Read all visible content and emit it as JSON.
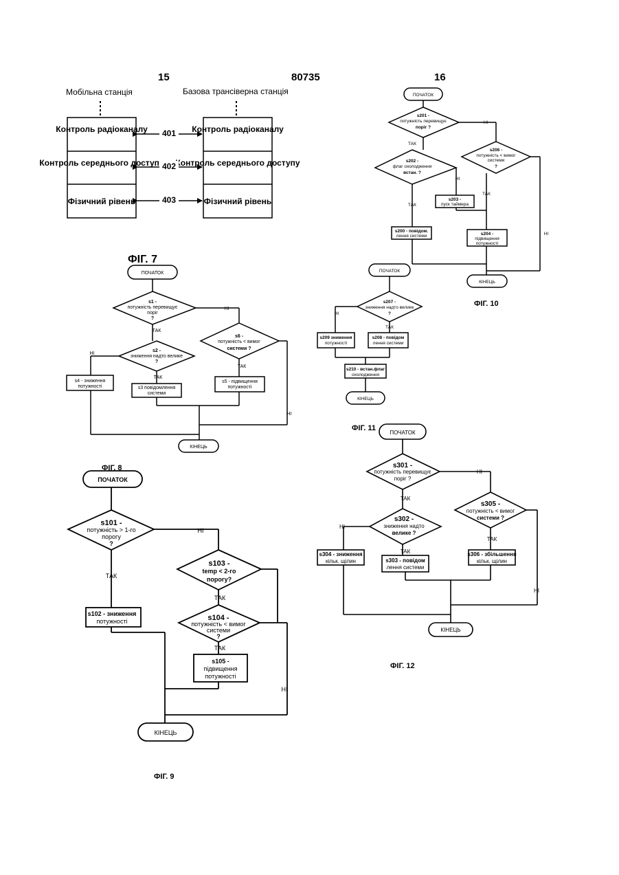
{
  "header": {
    "page_left": "15",
    "patent_number": "80735",
    "page_right": "16"
  },
  "fig7": {
    "label": "ФІГ. 7",
    "mobile_station": "Мобільна станція",
    "base_station": "Базова трансіверна станція",
    "left_layers": [
      "Контроль радіоканалу",
      "Контроль середнього доступу",
      "Фізичний рівень"
    ],
    "right_layers": [
      "Контроль радіоканалу",
      "Контроль середнього доступу",
      "Фізичний рівень"
    ],
    "links": [
      "401",
      "402",
      "403"
    ]
  },
  "fig8": {
    "label": "ФІГ. 8",
    "start": "ПОЧАТОК",
    "end": "КІНЕЦЬ",
    "yes": "ТАК",
    "no": "НІ",
    "s1": [
      "s1 -",
      "потужність перевищує",
      "поріг",
      "?"
    ],
    "s2": [
      "s2 -",
      "зниження надто велике",
      "?"
    ],
    "s4": [
      "s4 - зниження",
      "потужності"
    ],
    "s3": [
      "s3 повідомлення",
      "системи"
    ],
    "s6": [
      "s6 -",
      "потужність < вимог",
      "системи ?"
    ],
    "s5": [
      "s5 - підвищення",
      "потужності"
    ]
  },
  "fig9": {
    "label": "ФІГ. 9",
    "start": "ПОЧАТОК",
    "end": "КІНЕЦЬ",
    "yes": "ТАК",
    "no": "НІ",
    "s101": [
      "s101 -",
      "потужність > 1-го",
      "порогу",
      "?"
    ],
    "s102": [
      "s102 - зниження",
      "потужності"
    ],
    "s103": [
      "s103 -",
      "temp < 2-го",
      "порогу?"
    ],
    "s104": [
      "s104 -",
      "потужність < вимог",
      "системи",
      "?"
    ],
    "s105": [
      "s105 -",
      "підвищення",
      "потужності"
    ]
  },
  "fig10": {
    "label": "ФІГ. 10",
    "start": "ПОЧАТОК",
    "end": "КІНЕЦЬ",
    "yes": "ТАК",
    "no": "НІ",
    "s201": [
      "s201 -",
      "потужність перевищує",
      "поріг ?"
    ],
    "s202": [
      "s202 -",
      "флаг охолодження",
      "встан. ?"
    ],
    "s203": [
      "s203 -",
      "пуск таймера"
    ],
    "s206": [
      "s206 -",
      "потужність < вимог",
      "системи",
      "?"
    ],
    "s200": [
      "s200 - повідом.",
      "лення системи"
    ],
    "s204": [
      "s204 -",
      "підвищення",
      "потужності"
    ]
  },
  "fig11": {
    "label": "ФІГ. 11",
    "start": "ПОЧАТОК",
    "end": "КІНЕЦЬ",
    "yes": "ТАК",
    "no": "НІ",
    "s207": [
      "s207 -",
      "зниження надто велике",
      "?"
    ],
    "s209": [
      "s209 зниження",
      "потужності"
    ],
    "s208": [
      "s208 - повідом",
      "лення системи"
    ],
    "s210": [
      "s210 - встан.флаг",
      "охолодження"
    ]
  },
  "fig12": {
    "label": "ФІГ. 12",
    "start": "ПОЧАТОК",
    "end": "КІНЕЦЬ",
    "yes": "ТАК",
    "no": "НІ",
    "s301": [
      "s301 -",
      "потужність перевищує",
      "поріг ?"
    ],
    "s302": [
      "s302 -",
      "зниження надто",
      "велике ?"
    ],
    "s304": [
      "s304 - зниження",
      "кільк. щілин"
    ],
    "s303": [
      "s303 - повідом",
      "лення системи"
    ],
    "s305": [
      "s305 -",
      "потужність < вимог",
      "системи ?"
    ],
    "s306": [
      "s306 - збільшення",
      "кільк. щілин"
    ]
  }
}
